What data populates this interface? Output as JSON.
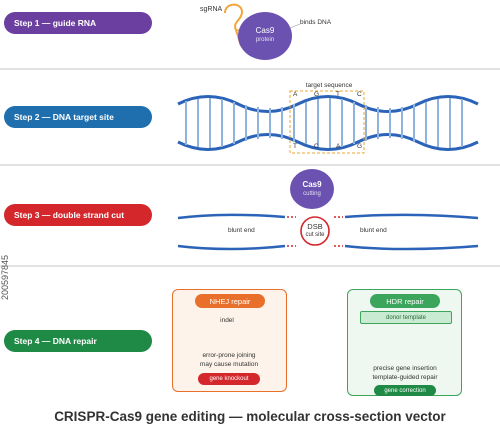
{
  "steps": [
    {
      "label": "Step 1 — guide RNA",
      "color": "#6b3fa0"
    },
    {
      "label": "Step 2 — DNA target site",
      "color": "#1f6fae"
    },
    {
      "label": "Step 3 — double strand cut",
      "color": "#d3272c"
    },
    {
      "label": "Step 4 — DNA repair",
      "color": "#1e8a45"
    }
  ],
  "step1": {
    "sgrna_label": "sgRNA",
    "cas9_title": "Cas9",
    "cas9_sub": "protein",
    "binds_label": "binds DNA"
  },
  "step2": {
    "target_label": "target sequence",
    "top_bases": [
      "A",
      "G",
      "T",
      "C"
    ],
    "bottom_bases": [
      "T",
      "C",
      "A",
      "G"
    ]
  },
  "step3": {
    "cas9_title": "Cas9",
    "cas9_sub": "cutting",
    "dsb_title": "DSB",
    "dsb_sub": "cut site",
    "left_end": "blunt end",
    "right_end": "blunt end"
  },
  "step4": {
    "nhej": {
      "title": "NHEJ repair",
      "indel": "indel",
      "desc1": "error-prone joining",
      "desc2": "may cause mutation",
      "result": "gene knockout"
    },
    "hdr": {
      "title": "HDR repair",
      "template": "donor template",
      "desc1": "precise gene insertion",
      "desc2": "template-guided repair",
      "result": "gene correction"
    }
  },
  "side_id": "200597845",
  "footer": "CRISPR-Cas9 gene editing — molecular cross-section vector",
  "colors": {
    "dna": "#2b63b8",
    "rung": "#8fb3dc",
    "cas9": "#6b52b0",
    "nhej": "#e8702a",
    "hdr": "#3ba55c"
  }
}
